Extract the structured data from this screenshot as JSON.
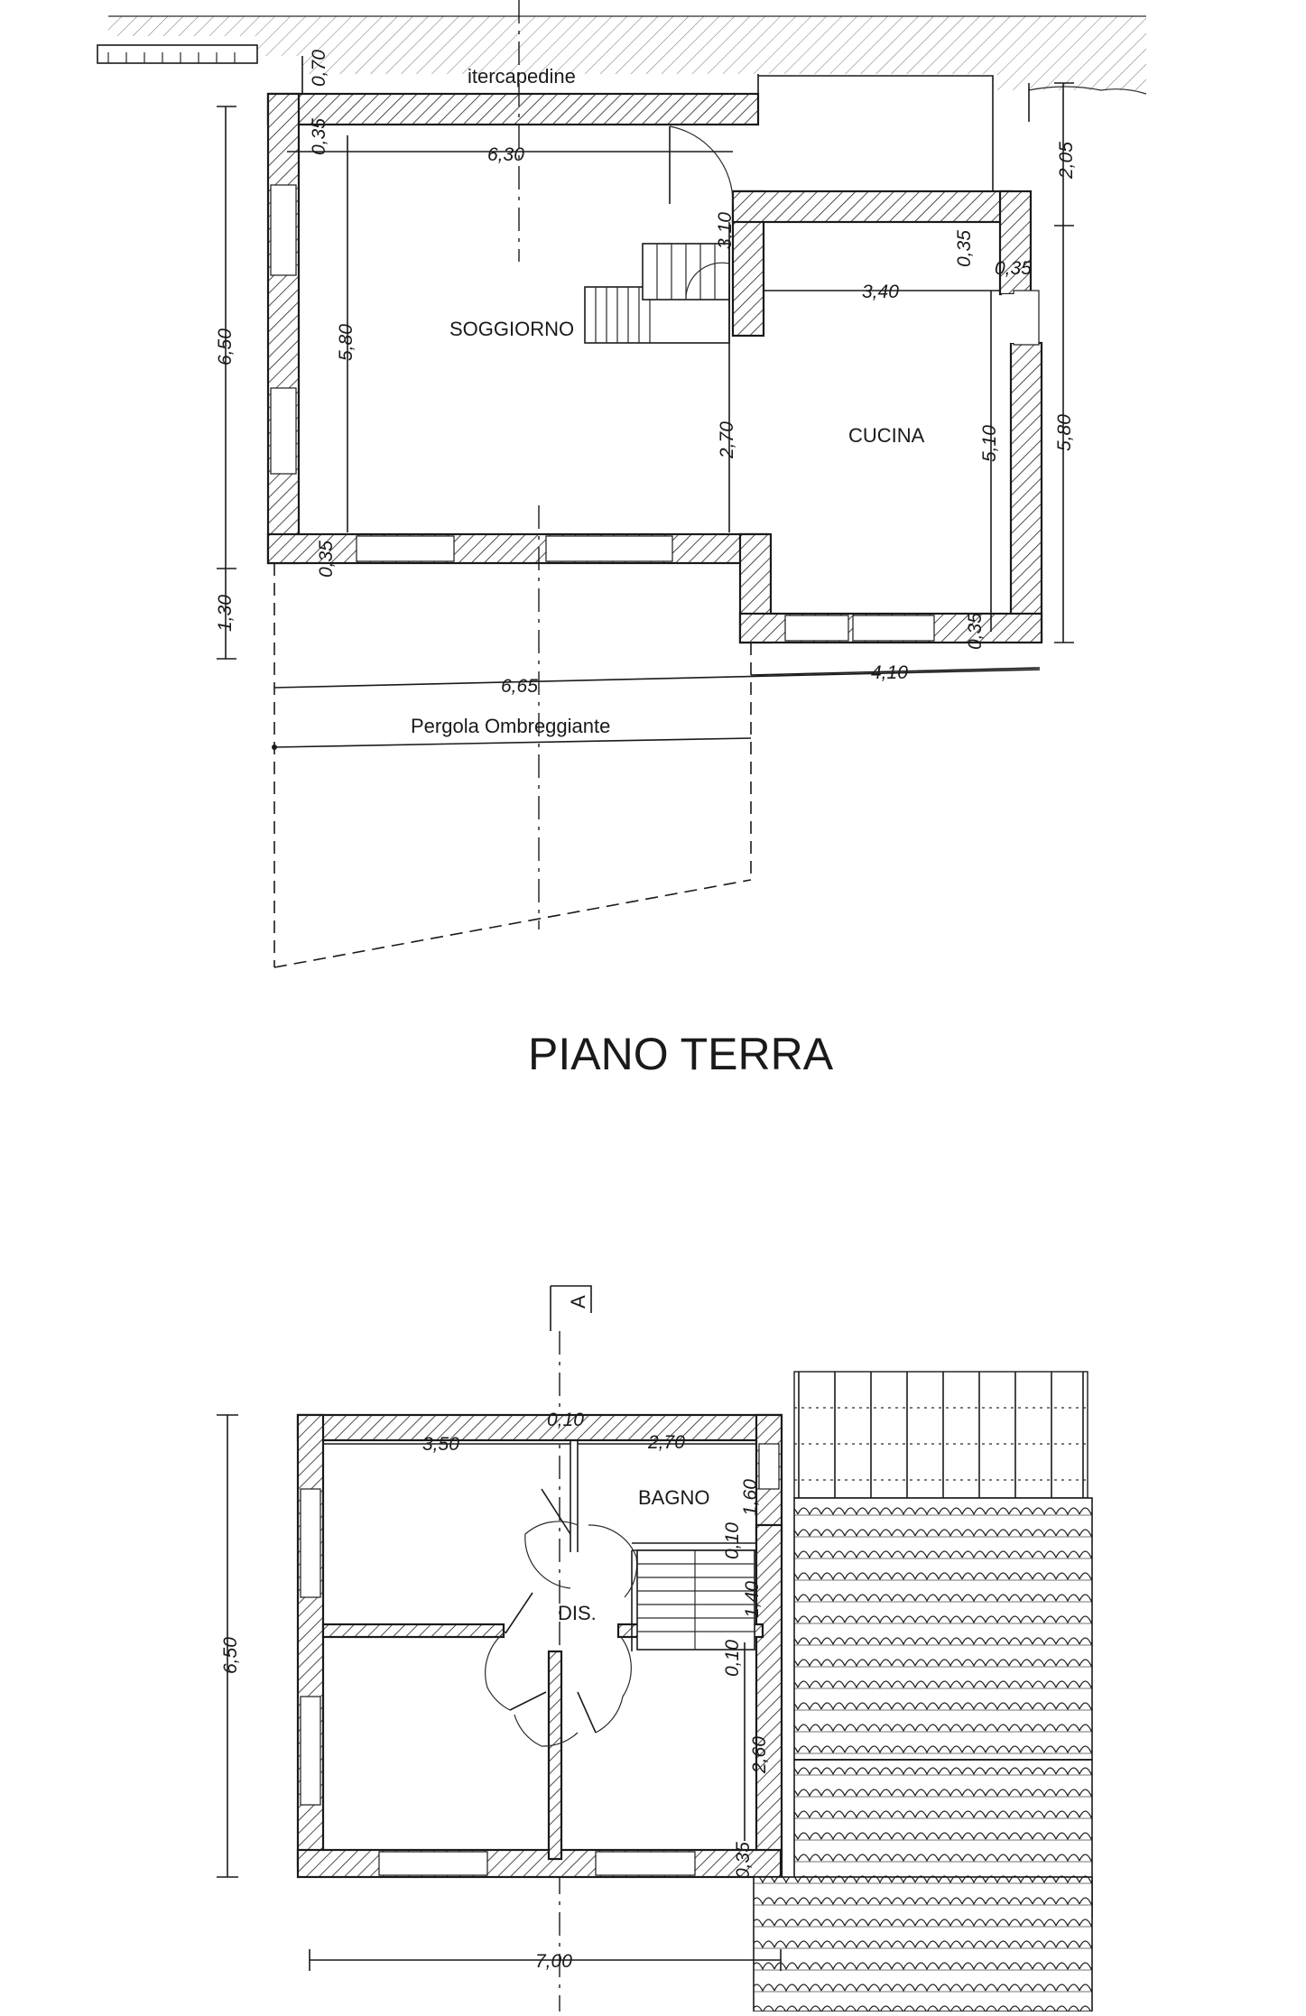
{
  "ground_floor": {
    "title": "PIANO TERRA",
    "rooms": {
      "itercapedine": "itercapedine",
      "soggiorno": "SOGGIORNO",
      "cucina": "CUCINA",
      "pergola": "Pergola Ombreggiante"
    },
    "dims": {
      "d070": "0,70",
      "d035_top": "0,35",
      "d630": "6,30",
      "d310": "3,10",
      "d205": "2,05",
      "d035_kitchen_a": "0,35",
      "d035_kitchen_b": "0,35",
      "d340": "3,40",
      "d650": "6,50",
      "d580_left": "5,80",
      "d270": "2,70",
      "d510": "5,10",
      "d580_right": "5,80",
      "d035_bottom_left": "0,35",
      "d035_bottom_right": "0,35",
      "d130": "1,30",
      "d665": "6,65",
      "d410": "4,10"
    }
  },
  "first_floor": {
    "section_marker": "A",
    "rooms": {
      "bagno": "BAGNO",
      "dis": "DIS."
    },
    "dims": {
      "d010_top": "0,10",
      "d350": "3,50",
      "d270": "2,70",
      "d160": "1,60",
      "d010_stair_a": "0,10",
      "d140": "1,40",
      "d010_stair_b": "0,10",
      "d650": "6,50",
      "d260": "2,60",
      "d035": "0,35",
      "d700": "7,00"
    }
  }
}
